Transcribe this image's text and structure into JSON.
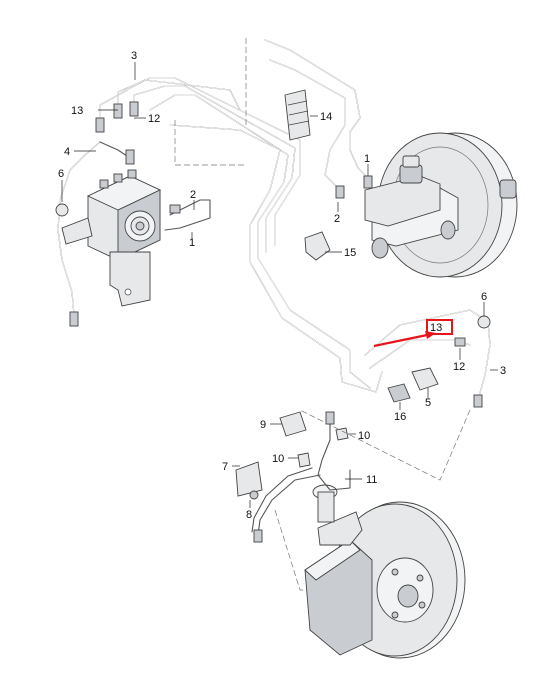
{
  "diagram": {
    "highlight_color": "#e8141b",
    "labels": {
      "l3_top": "3",
      "l13_left": "13",
      "l12_left": "12",
      "l14": "14",
      "l4": "4",
      "l6_left": "6",
      "l2_abs": "2",
      "l1_abs": "1",
      "l1_right": "1",
      "l2_right": "2",
      "l15": "15",
      "l6_right": "6",
      "l13_right": "13",
      "l12_right": "12",
      "l3_right": "3",
      "l5": "5",
      "l16": "16",
      "l9": "9",
      "l10_a": "10",
      "l10_b": "10",
      "l7": "7",
      "l11": "11",
      "l8": "8"
    }
  }
}
